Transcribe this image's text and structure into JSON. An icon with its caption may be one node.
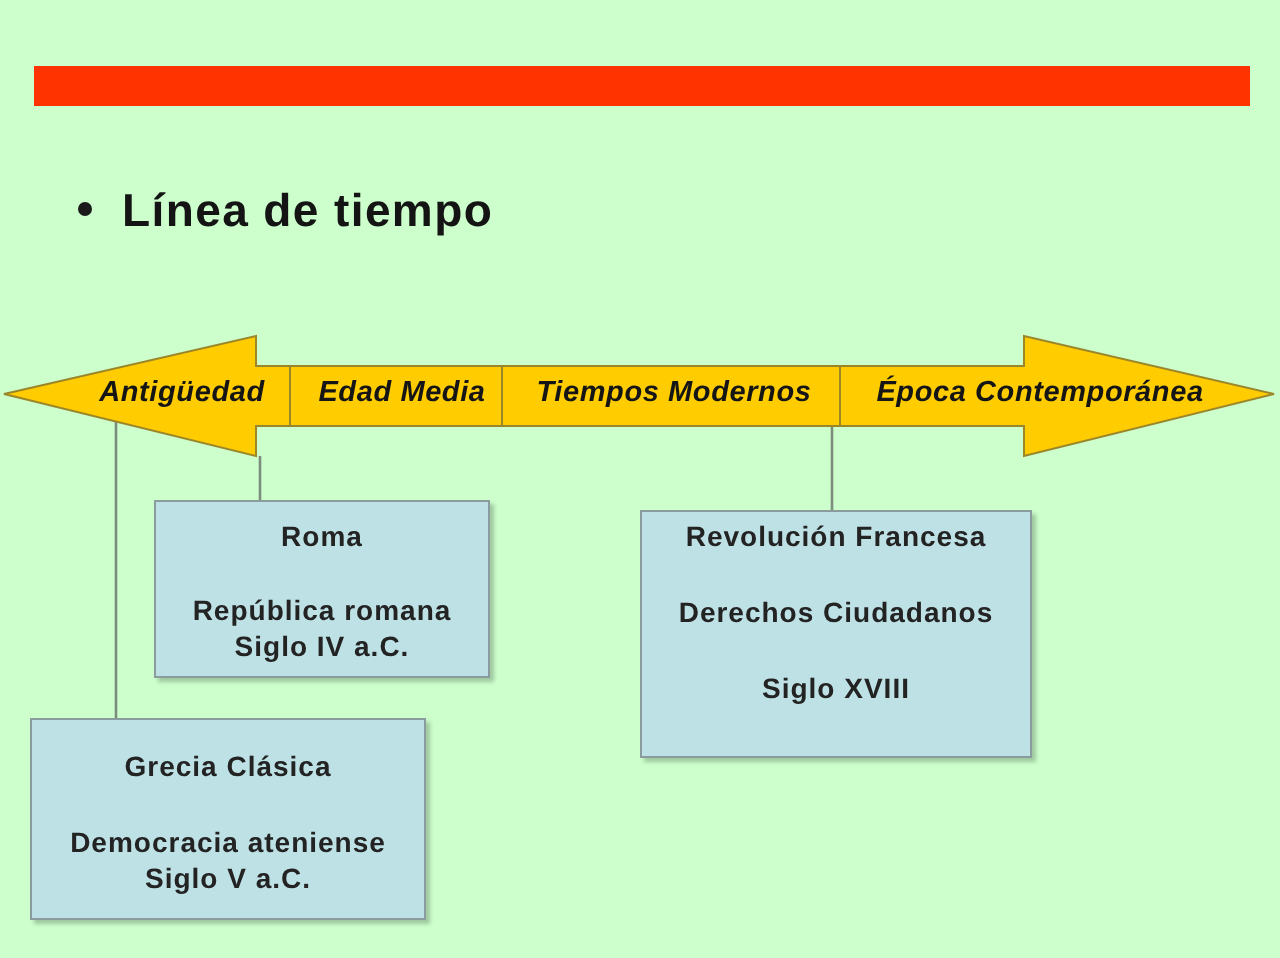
{
  "diagram": {
    "title": "Línea de tiempo",
    "nodes": [
      {
        "text": [
          "Antigüedad"
        ]
      },
      {
        "text": [
          "Edad Media"
        ]
      },
      {
        "text": [
          "Tiempos Modernos"
        ]
      },
      {
        "text": [
          "Época Contemporánea"
        ]
      },
      {
        "text": [
          "Roma",
          "República romana Siglo IV a.C."
        ]
      },
      {
        "text": [
          "Revolución Francesa",
          "Derechos Ciudadanos",
          "Siglo XVIII"
        ]
      },
      {
        "text": [
          "Grecia Clásica",
          "Democracia ateniense Siglo V a.C."
        ]
      }
    ],
    "edges": [
      {
        "from": 0,
        "to": 4,
        "arrow": "none"
      },
      {
        "from": 2,
        "to": 5,
        "arrow": "none"
      },
      {
        "from": 0,
        "to": 6,
        "arrow": "none"
      }
    ]
  }
}
